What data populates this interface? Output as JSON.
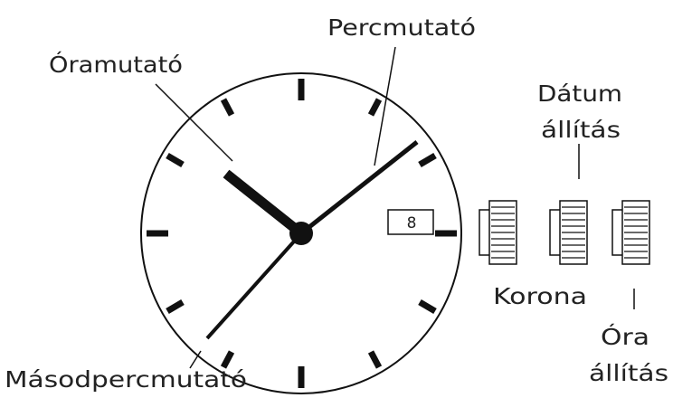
{
  "labels": {
    "hour_hand": "Óramutató",
    "minute_hand": "Percmutató",
    "second_hand": "Másodpercmutató",
    "date_setting_line1": "Dátum",
    "date_setting_line2": "állítás",
    "crown": "Korona",
    "time_setting_line1": "Óra",
    "time_setting_line2": "állítás"
  },
  "date_window": {
    "value": "8"
  },
  "colors": {
    "ink": "#111111",
    "background": "#ffffff"
  }
}
